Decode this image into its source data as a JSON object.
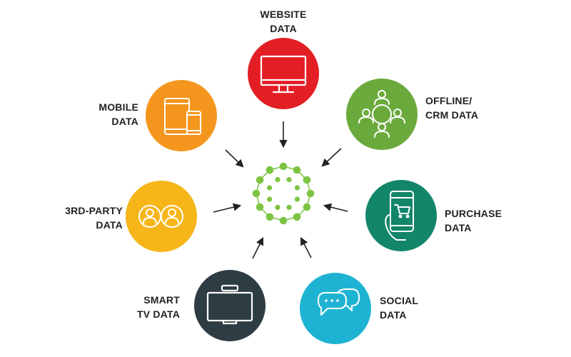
{
  "colors": {
    "website": "#e31e24",
    "crm": "#6aaa3c",
    "purchase": "#13866a",
    "social": "#1fb3d3",
    "smarttv": "#2e3c43",
    "thirdparty": "#f6b519",
    "mobile": "#f4961e",
    "hub": "#7dc443",
    "arrow": "#222222",
    "text": "#222222"
  },
  "sources": [
    {
      "key": "website",
      "label_lines": [
        "WEBSITE",
        "DATA"
      ],
      "icon": "monitor-icon"
    },
    {
      "key": "crm",
      "label_lines": [
        "OFFLINE/",
        "CRM DATA"
      ],
      "icon": "people-network-icon"
    },
    {
      "key": "purchase",
      "label_lines": [
        "PURCHASE",
        "DATA"
      ],
      "icon": "phone-cart-icon"
    },
    {
      "key": "social",
      "label_lines": [
        "SOCIAL",
        "DATA"
      ],
      "icon": "chat-bubbles-icon"
    },
    {
      "key": "smarttv",
      "label_lines": [
        "SMART",
        "TV DATA"
      ],
      "icon": "tv-icon"
    },
    {
      "key": "thirdparty",
      "label_lines": [
        "3RD-PARTY",
        "DATA"
      ],
      "icon": "two-people-icon"
    },
    {
      "key": "mobile",
      "label_lines": [
        "MOBILE",
        "DATA"
      ],
      "icon": "tablet-phone-icon"
    }
  ],
  "hub": {
    "icon": "data-network-icon"
  }
}
